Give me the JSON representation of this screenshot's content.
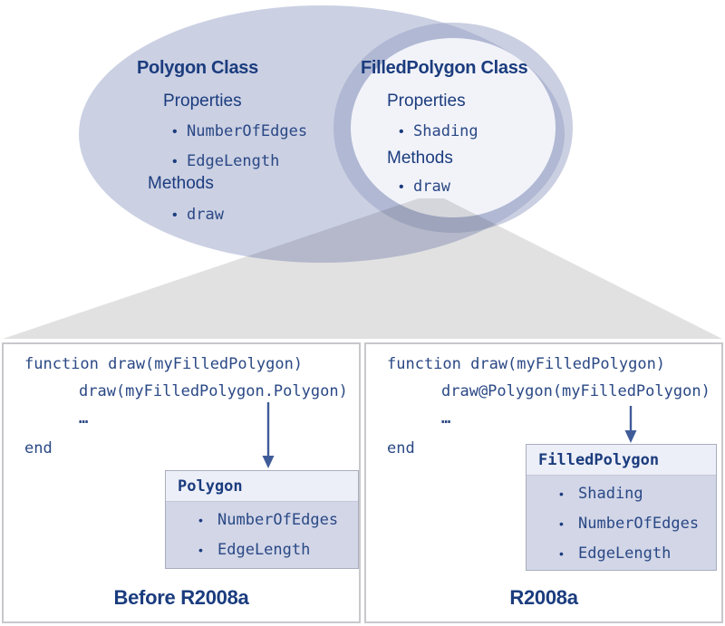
{
  "bullet": "•",
  "venn": {
    "polygon": {
      "title": "Polygon Class",
      "properties_label": "Properties",
      "property_items": [
        "NumberOfEdges",
        "EdgeLength"
      ],
      "methods_label": "Methods",
      "method_items": [
        "draw"
      ]
    },
    "filled_polygon": {
      "title": "FilledPolygon Class",
      "properties_label": "Properties",
      "property_items": [
        "Shading"
      ],
      "methods_label": "Methods",
      "method_items": [
        "draw"
      ]
    }
  },
  "panels": {
    "before": {
      "code": [
        "function draw(myFilledPolygon)",
        "draw(myFilledPolygon.Polygon)",
        "…",
        "end"
      ],
      "box": {
        "title": "Polygon",
        "items": [
          "NumberOfEdges",
          "EdgeLength"
        ]
      },
      "caption": "Before R2008a"
    },
    "after": {
      "code": [
        "function draw(myFilledPolygon)",
        "draw@Polygon(myFilledPolygon)",
        "…",
        "end"
      ],
      "box": {
        "title": "FilledPolygon",
        "items": [
          "Shading",
          "NumberOfEdges",
          "EdgeLength"
        ]
      },
      "caption": "R2008a"
    }
  },
  "colors": {
    "navy": "#1b3c7e",
    "code_navy": "#2a4885",
    "outer_ellipse_fill": "#cbd0e3",
    "inner_ellipse_fill": "#f2f3f9",
    "inner_ellipse_ring": "#b6bdd6",
    "funnel_gray": "#e1e1e3",
    "box_header_bg": "#edeff8",
    "box_body_bg": "#d2d6e7",
    "arrow": "#3f5c99"
  }
}
